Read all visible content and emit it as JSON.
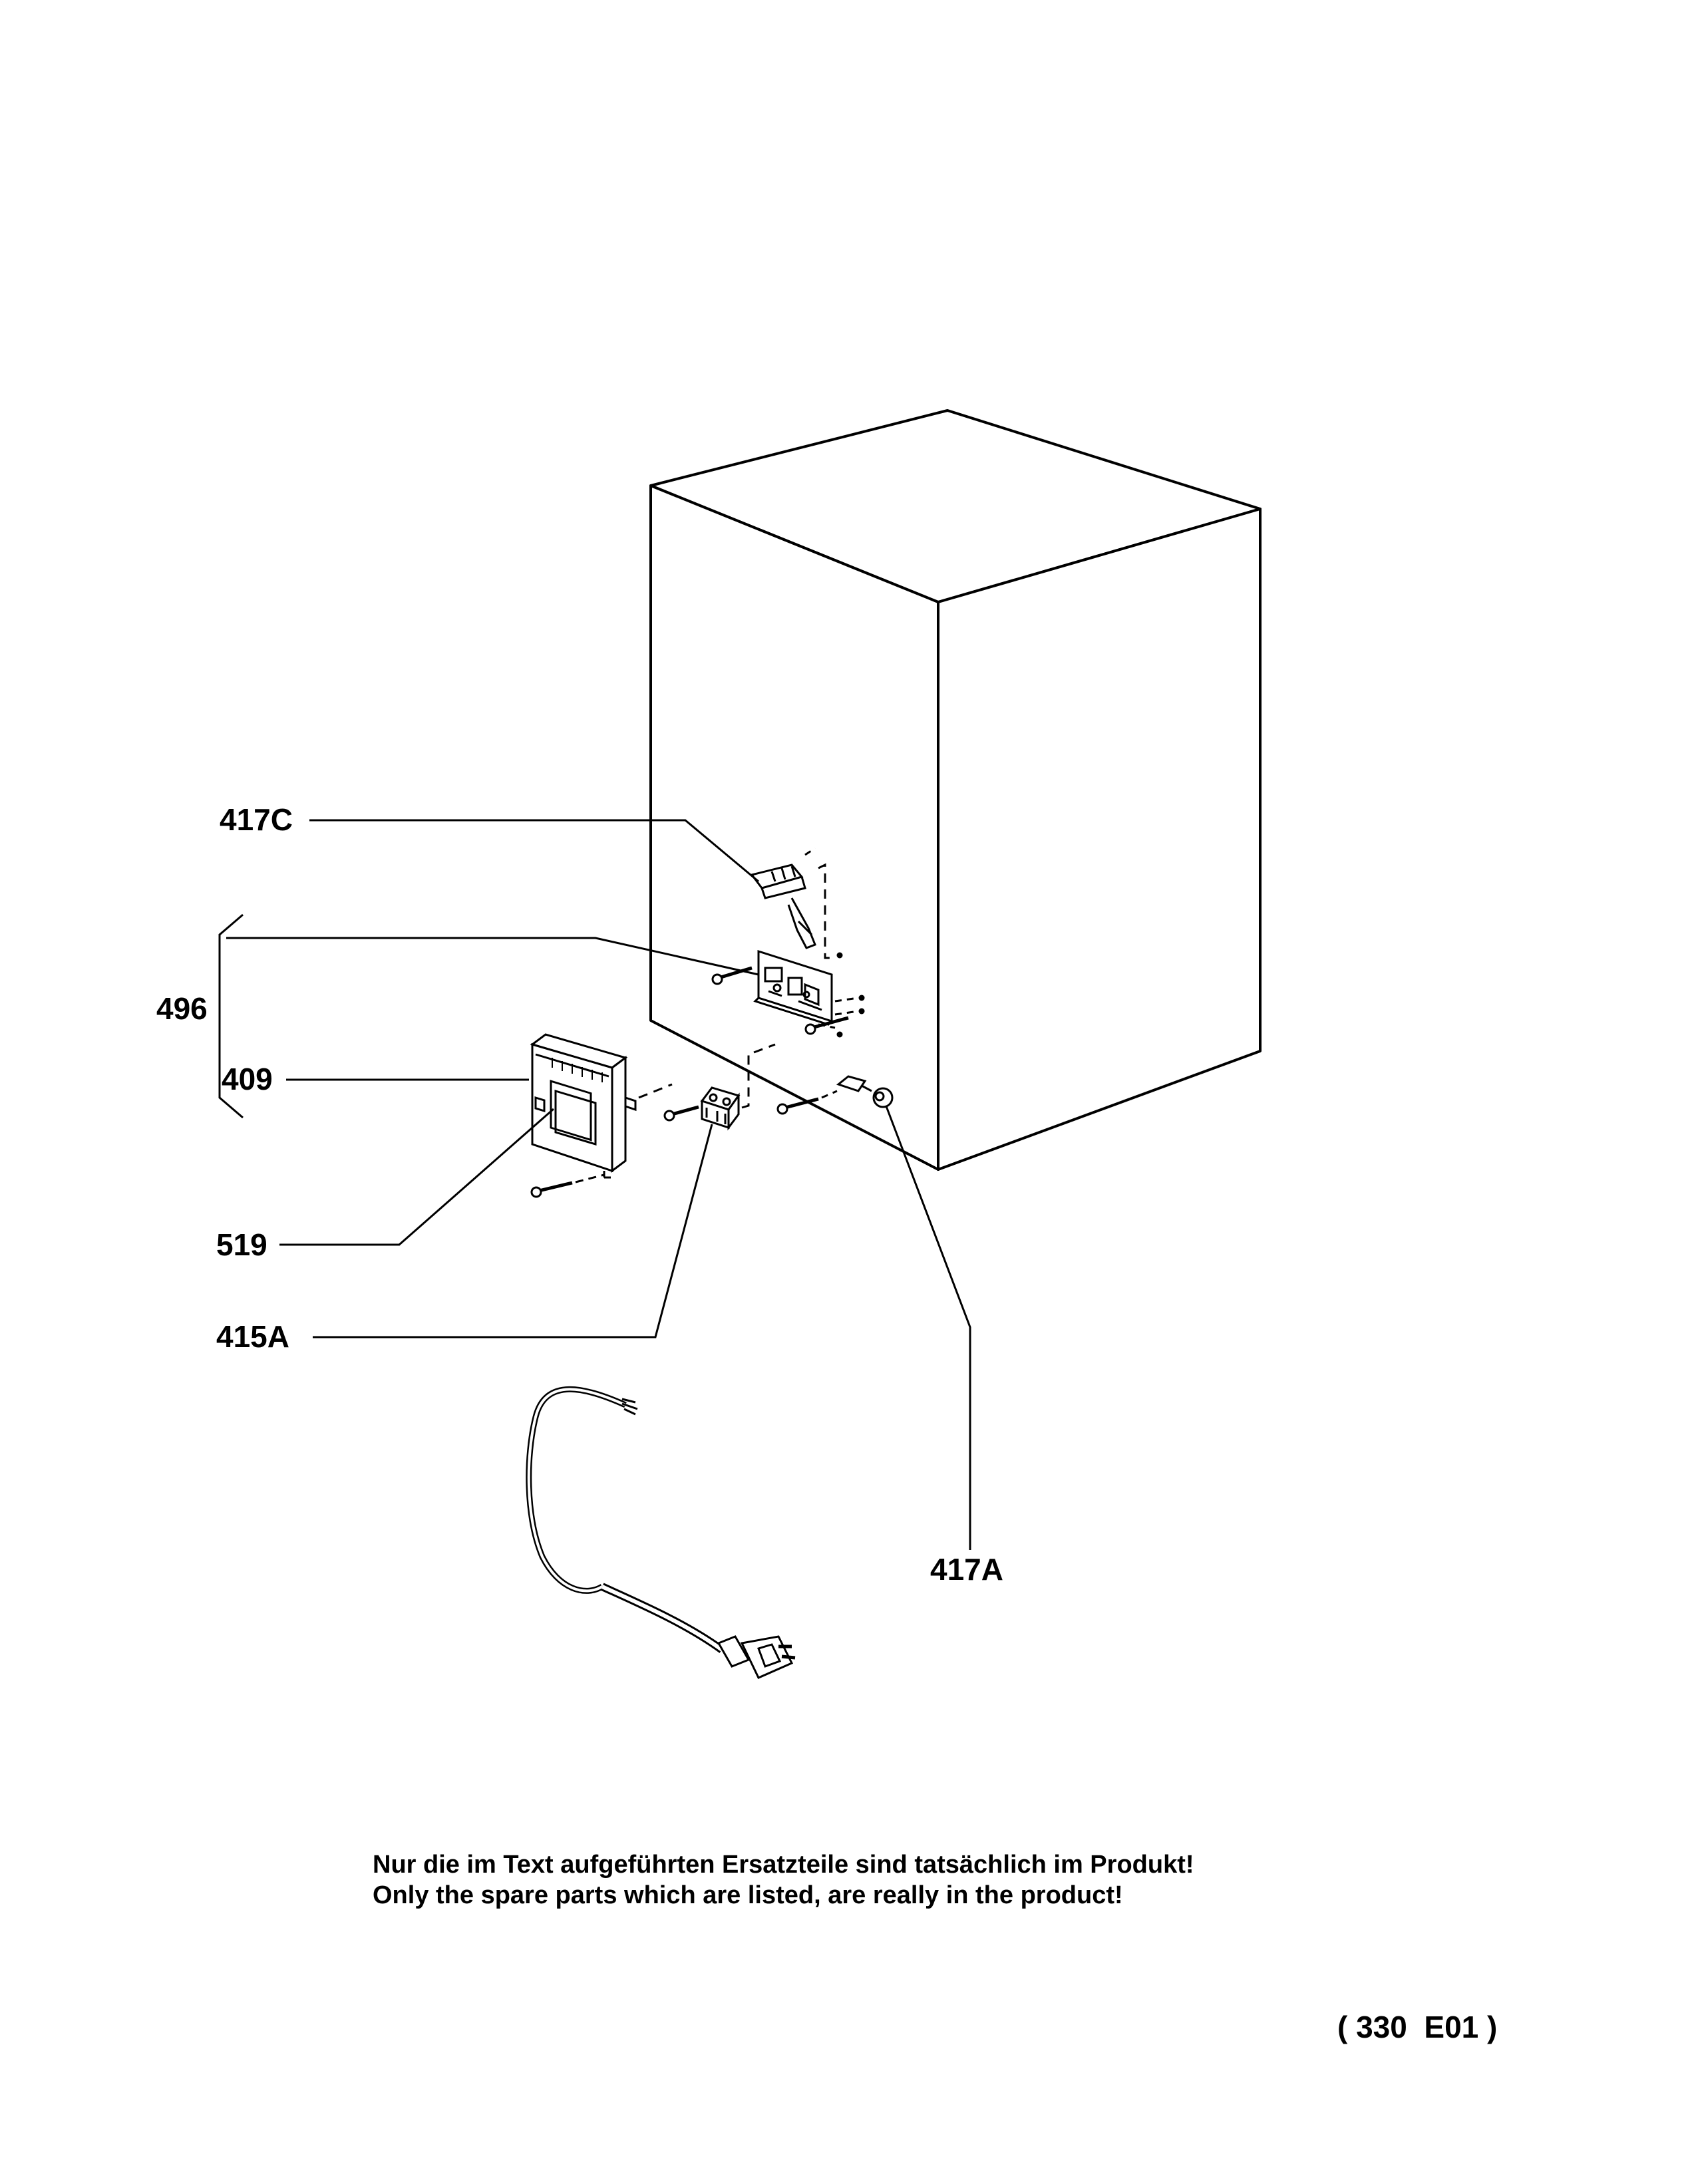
{
  "labels": {
    "l417C": "417C",
    "l496": "496",
    "l409": "409",
    "l519": "519",
    "l415A": "415A",
    "l417A": "417A"
  },
  "notes": {
    "german": "Nur die im Text aufgeführten Ersatzteile sind tatsächlich im Produkt!",
    "english": "Only the spare parts which are listed, are really in the product!"
  },
  "diagram_code": "( 330  E01 )"
}
